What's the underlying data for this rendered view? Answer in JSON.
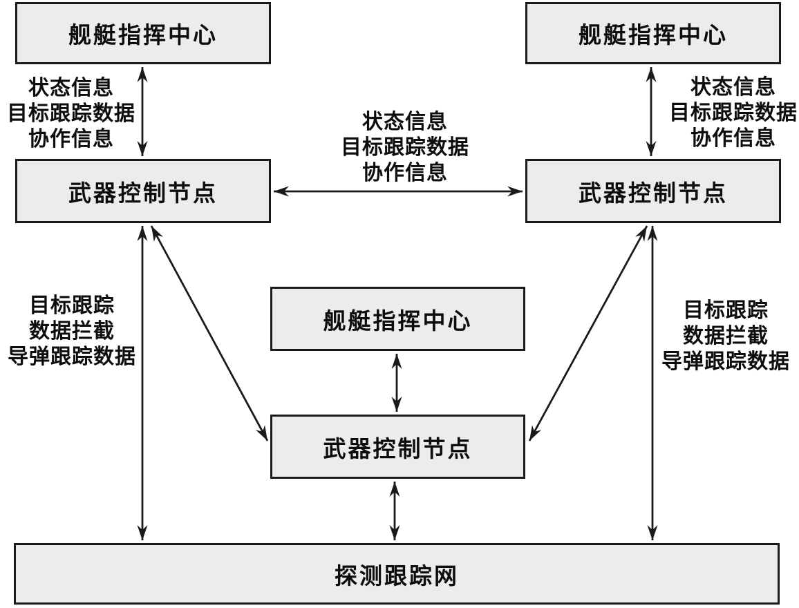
{
  "diagram": {
    "colors": {
      "background": "#ffffff",
      "box_fill": "#ececec",
      "box_border": "#1a1a1a",
      "arrow": "#1a1a1a",
      "text": "#0d0d0d"
    },
    "nodes": {
      "ship_command_left": "舰艇指挥中心",
      "ship_command_right": "舰艇指挥中心",
      "ship_command_center": "舰艇指挥中心",
      "weapon_control_left": "武器控制节点",
      "weapon_control_right": "武器控制节点",
      "weapon_control_center": "武器控制节点",
      "detection_tracking_net": "探测跟踪网"
    },
    "edge_labels": {
      "left_command_link": [
        "状态信息",
        "目标跟踪数据",
        "协作信息"
      ],
      "peer_link": [
        "状态信息",
        "目标跟踪数据",
        "协作信息"
      ],
      "right_command_link": [
        "状态信息",
        "目标跟踪数据",
        "协作信息"
      ],
      "left_detection_link": [
        "目标跟踪",
        "数据拦截",
        "导弹跟踪数据"
      ],
      "right_detection_link": [
        "目标跟踪",
        "数据拦截",
        "导弹跟踪数据"
      ]
    }
  }
}
